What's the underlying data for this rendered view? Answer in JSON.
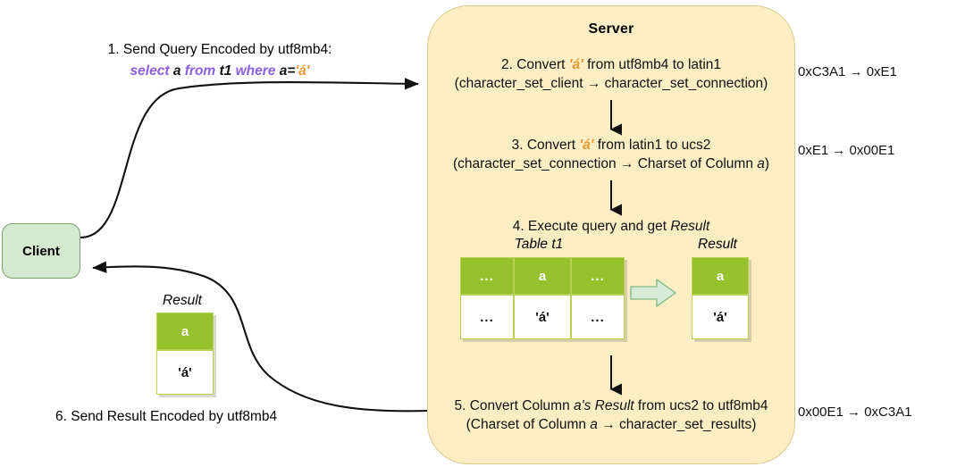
{
  "diagram": {
    "title_server": "Server",
    "client_label": "Client"
  },
  "steps": {
    "s1": {
      "label": "1. Send Query Encoded by utf8mb4:",
      "query": {
        "kw_select": "select",
        "col_a": "a",
        "kw_from": "from",
        "table_t1": "t1",
        "kw_where": "where",
        "pred_a": "a=",
        "literal": "'á'"
      }
    },
    "s2": {
      "line1_pre": "2. Convert ",
      "literal": "'á'",
      "line1_post": " from utf8mb4 to latin1",
      "line2": "(character_set_client → character_set_connection)",
      "hex": "0xC3A1 → 0xE1"
    },
    "s3": {
      "line1_pre": "3. Convert ",
      "literal": "'á'",
      "line1_post": " from latin1 to ucs2",
      "line2_pre": "(character_set_connection → Charset of Column ",
      "line2_col": "a",
      "line2_post": ")",
      "hex": "0xE1 → 0x00E1"
    },
    "s4": {
      "line1_pre": "4. Execute query and get ",
      "line1_em": "Result"
    },
    "s5": {
      "line1_pre": "5. Convert Column ",
      "line1_em": "a's Result",
      "line1_post": " from ucs2 to utf8mb4",
      "line2_pre": "(Charset of Column ",
      "line2_col": "a",
      "line2_post": " → character_set_results)",
      "hex": "0x00E1 → 0xC3A1"
    },
    "s6": {
      "label": "6. Send Result Encoded by utf8mb4"
    }
  },
  "tables": {
    "t1": {
      "caption": "Table t1",
      "headers": [
        "...",
        "a",
        "..."
      ],
      "rows": [
        [
          "...",
          "'á'",
          "..."
        ]
      ]
    },
    "result_server": {
      "caption": "Result",
      "headers": [
        "a"
      ],
      "rows": [
        [
          "'á'"
        ]
      ]
    },
    "result_client": {
      "caption": "Result",
      "headers": [
        "a"
      ],
      "rows": [
        [
          "'á'"
        ]
      ]
    }
  },
  "colors": {
    "server_bg": "#fbeec4",
    "server_border": "#d8c98e",
    "client_bg": "#d5e8d0",
    "client_border": "#7aa06e",
    "table_header": "#96c12c",
    "keyword": "#8c5fe0",
    "literal": "#e8962e",
    "arrow_fill": "#d6ecd8",
    "arrow_stroke": "#8fbf8f"
  }
}
